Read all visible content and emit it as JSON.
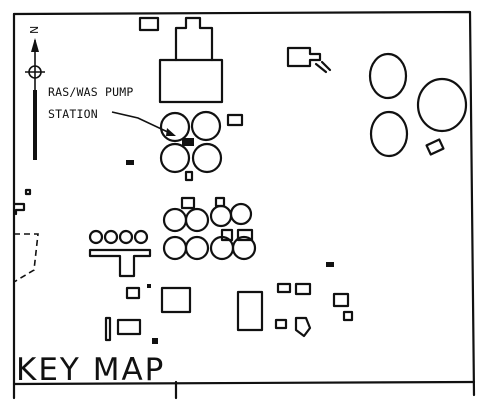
{
  "map": {
    "title": "KEY MAP",
    "north_label": "N",
    "callout": {
      "line1": "RAS/WAS PUMP",
      "line2": "STATION"
    },
    "ink_color": "#111111",
    "paper_color": "#ffffff"
  }
}
